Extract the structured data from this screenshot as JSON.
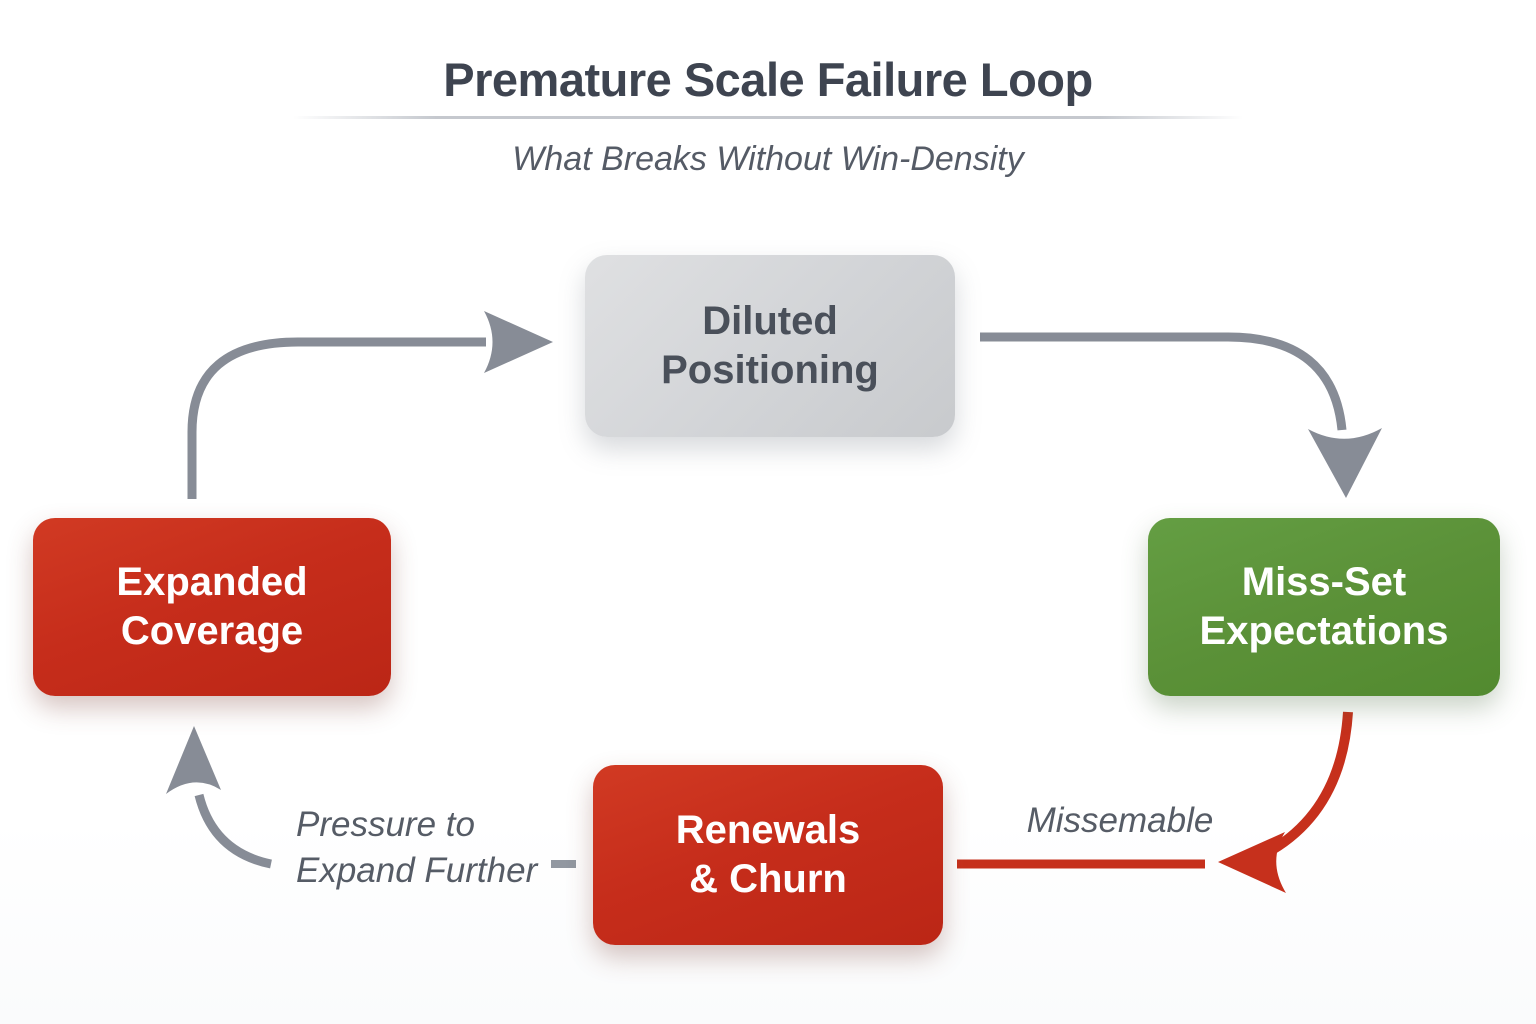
{
  "header": {
    "title": "Premature Scale Failure Loop",
    "subtitle": "What Breaks Without Win-Density"
  },
  "nodes": {
    "diluted": {
      "line1": "Diluted",
      "line2": "Positioning",
      "color": "#d2d4d7",
      "text_color": "#4a505a"
    },
    "missset": {
      "line1": "Miss-Set",
      "line2": "Expectations",
      "color": "#5b9138",
      "text_color": "#ffffff"
    },
    "expanded": {
      "line1": "Expanded",
      "line2": "Coverage",
      "color": "#c62d1b",
      "text_color": "#ffffff"
    },
    "renewals": {
      "line1": "Renewals",
      "line2": "& Churn",
      "color": "#c62d1b",
      "text_color": "#ffffff"
    }
  },
  "edge_labels": {
    "pressure": {
      "line1": "Pressure to",
      "line2": "Expand Further"
    },
    "missemable": "Missemable"
  },
  "colors": {
    "arrow_gray": "#878c96",
    "arrow_red": "#c6301c",
    "title_text": "#3e4450",
    "muted_text": "#565c66",
    "background": "#ffffff"
  }
}
